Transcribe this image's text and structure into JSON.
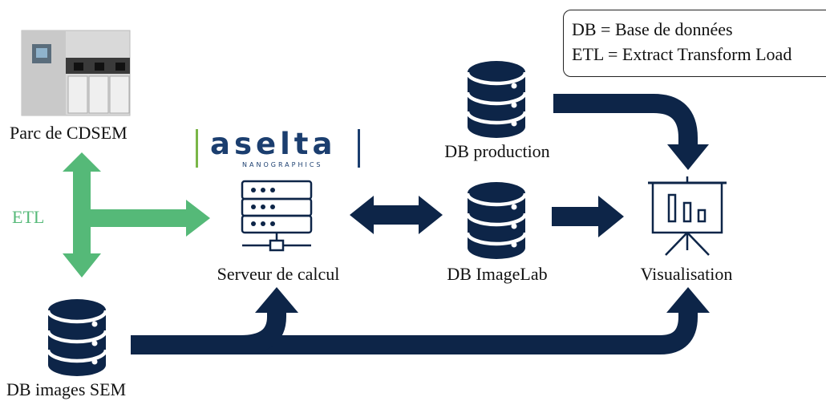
{
  "legend": {
    "line1": "DB = Base de données",
    "line2": "ETL = Extract Transform Load"
  },
  "nodes": {
    "cdsem": "Parc de CDSEM",
    "serveur": "Serveur de calcul",
    "db_production": "DB production",
    "db_imagelab": "DB ImageLab",
    "visualisation": "Visualisation",
    "db_images_sem": "DB images SEM"
  },
  "etl_label": "ETL",
  "logo": {
    "name": "aselta",
    "tagline": "NANOGRAPHICS"
  },
  "colors": {
    "navy": "#0d2548",
    "etl_green": "#55b978",
    "logo_green": "#7ab648",
    "logo_navy": "#1b3e6f"
  },
  "icons": [
    "cdsem-machine-image",
    "server-icon",
    "database-icon",
    "presentation-chart-icon"
  ]
}
